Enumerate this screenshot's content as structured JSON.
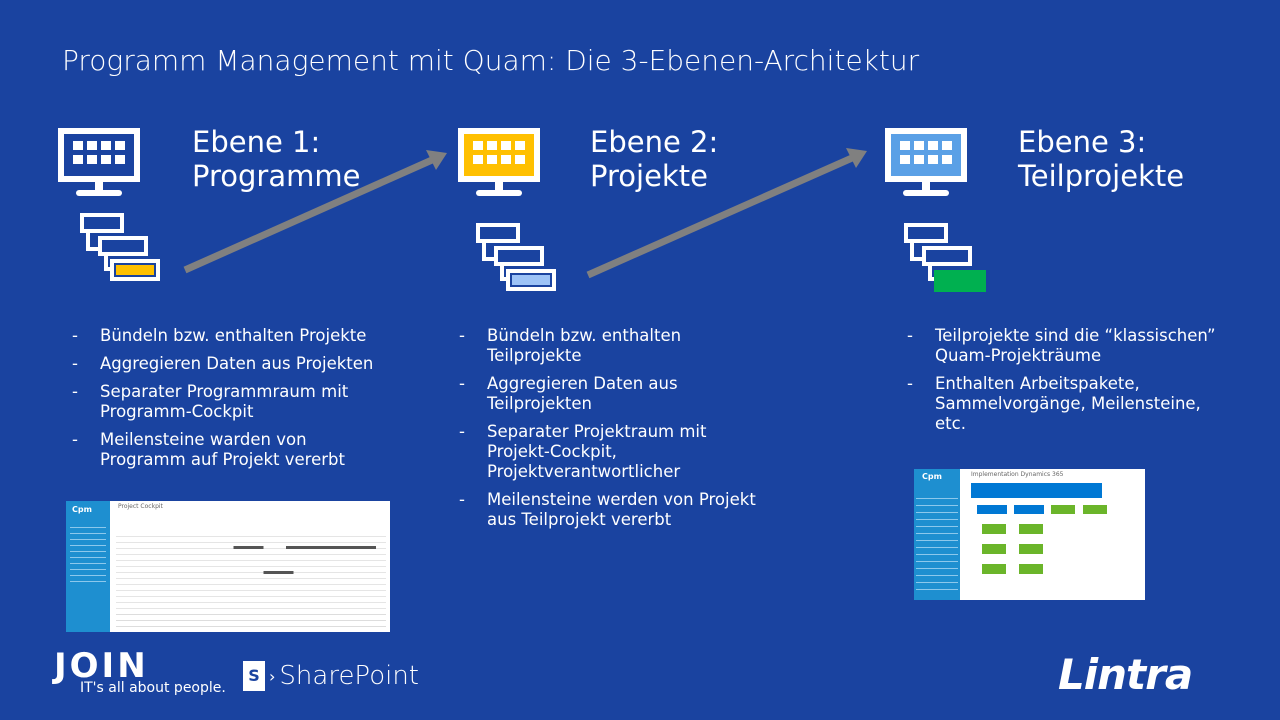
{
  "title": "Programm Management mit Quam: Die 3-Ebenen-Architektur",
  "columns": [
    {
      "heading": "Ebene 1:\nProgramme",
      "accent": "#ffc000",
      "bullets": [
        "Bündeln bzw. enthalten Projekte",
        "Aggregieren Daten aus Projekten",
        "Separater Programmraum mit\nProgramm-Cockpit",
        "Meilensteine warden von\nProgramm auf Projekt vererbt"
      ]
    },
    {
      "heading": "Ebene 2:\nProjekte",
      "accent": "#9dc3f7",
      "bullets": [
        "Bündeln bzw. enthalten\nTeilprojekte",
        "Aggregieren Daten aus\nTeilprojekten",
        "Separater Projektraum mit\nProjekt-Cockpit,\nProjektverantwortlicher",
        "Meilensteine werden von Projekt\naus Teilprojekt vererbt"
      ]
    },
    {
      "heading": "Ebene 3:\nTeilprojekte",
      "accent": "#00b050",
      "bullets": [
        "Teilprojekte sind die “klassischen”\nQuam-Projekträume",
        "Enthalten Arbeitspakete,\nSammelvorgänge, Meilensteine,\netc."
      ]
    }
  ],
  "screenshots": {
    "left": {
      "logo": "Cpm",
      "title": "Project Cockpit"
    },
    "right": {
      "logo": "Cpm",
      "title": "Implementation Dynamics 365"
    }
  },
  "logos": {
    "join": "JOIN",
    "join_tagline": "IT's all about people.",
    "sharepoint": "SharePoint",
    "lintra": "Lintra"
  }
}
